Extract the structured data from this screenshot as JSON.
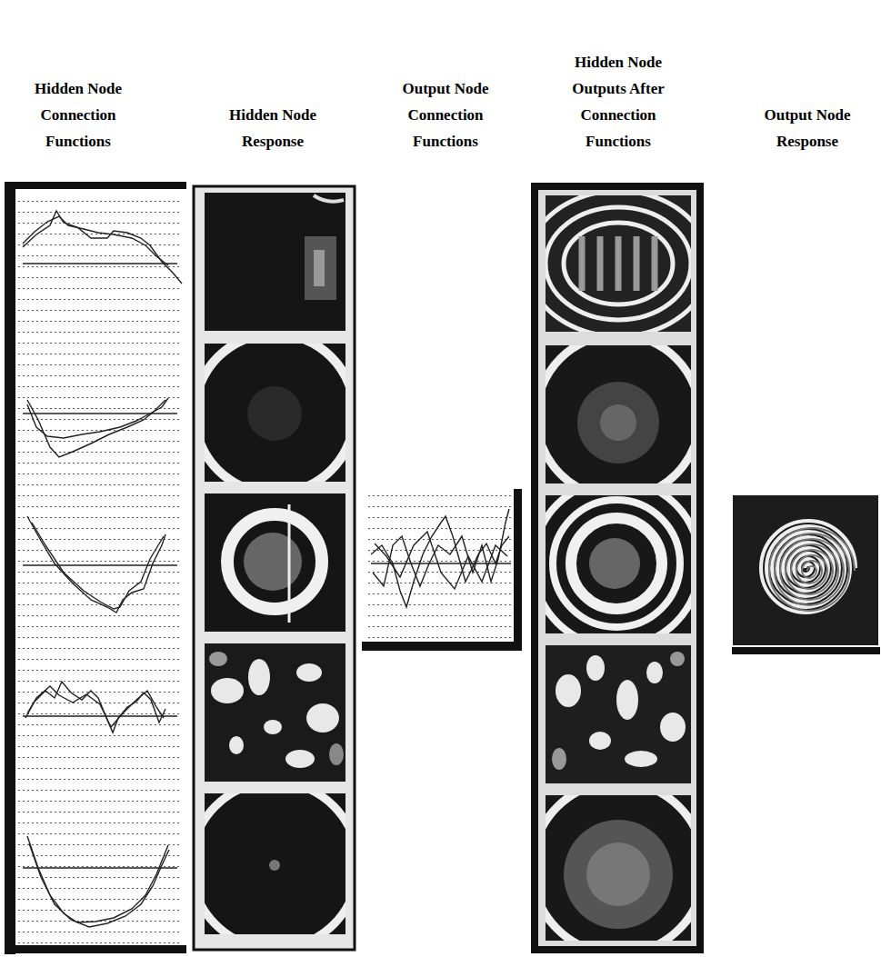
{
  "diagram": {
    "labels": [
      "Hidden Node Connection Functions",
      "Hidden Node Response",
      "Output Node Connection Functions",
      "Hidden Node Outputs After Connection Functions",
      "Output Node Response"
    ]
  }
}
